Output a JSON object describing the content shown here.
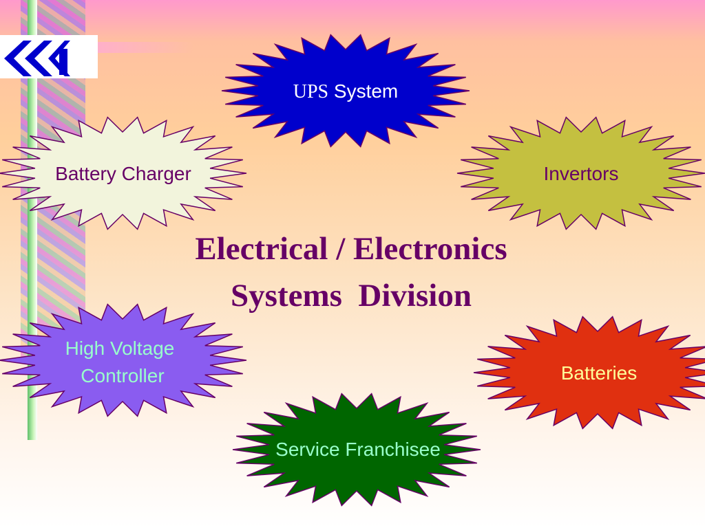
{
  "title": {
    "line1": "Electrical / Electronics",
    "line2": "Systems  Division"
  },
  "bursts": [
    {
      "id": "ups",
      "label_part1": "UPS",
      "label_part2": "System",
      "fill": "#0000cc",
      "text_color": "#ffffff"
    },
    {
      "id": "battery-charger",
      "label": "Battery Charger",
      "fill": "#f2f4dc",
      "text_color": "#660066"
    },
    {
      "id": "invertors",
      "label": "Invertors",
      "fill": "#c4c040",
      "text_color": "#660066"
    },
    {
      "id": "high-voltage",
      "label_line1": "High Voltage",
      "label_line2": "Controller",
      "fill": "#8a5cf0",
      "text_color": "#99ffcc"
    },
    {
      "id": "batteries",
      "label": "Batteries",
      "fill": "#e03010",
      "text_color": "#ffff99"
    },
    {
      "id": "service",
      "label": "Service Franchisee",
      "fill": "#006600",
      "text_color": "#99ffcc"
    }
  ],
  "logo": {
    "icon": "company-logo-icon",
    "color": "#0000cc"
  }
}
